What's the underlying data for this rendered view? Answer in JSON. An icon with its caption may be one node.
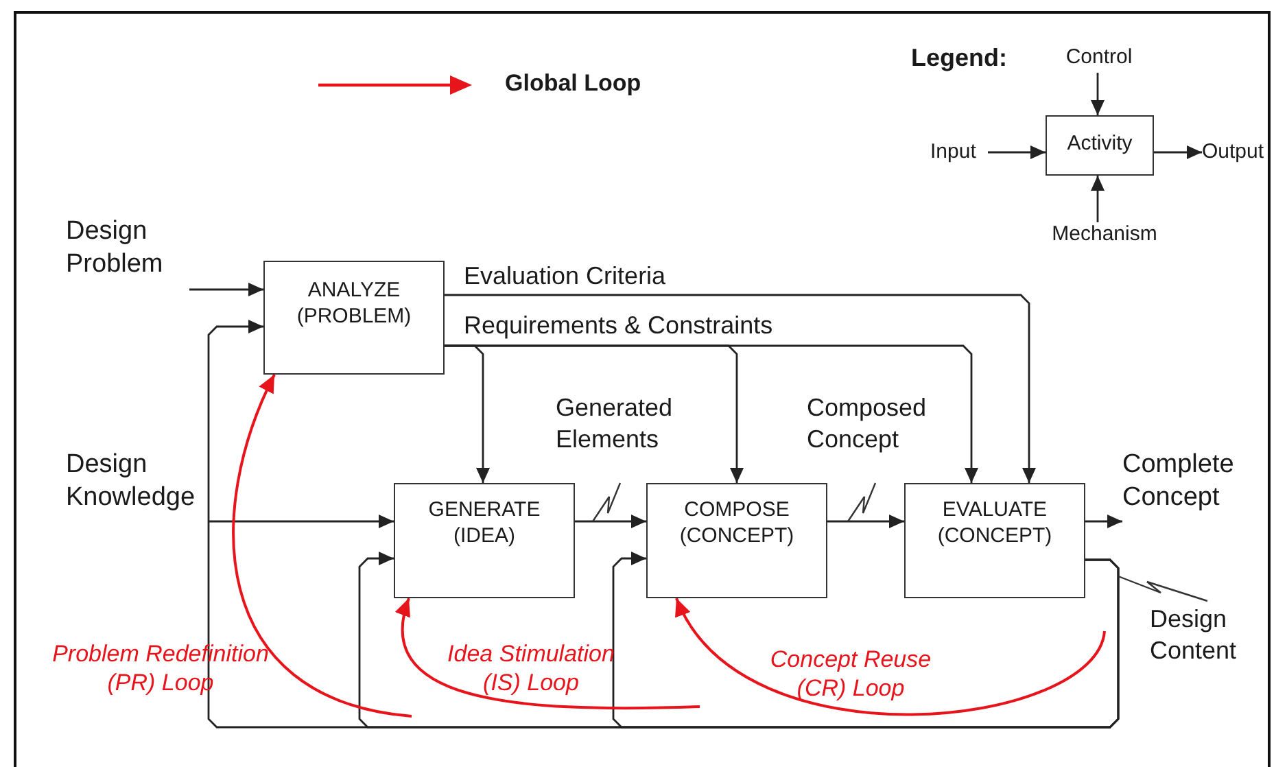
{
  "diagram": {
    "nodes": [
      {
        "text": [
          "ANALYZE (PROBLEM)"
        ]
      },
      {
        "text": [
          "GENERATE (IDEA)"
        ]
      },
      {
        "text": [
          "COMPOSE (CONCEPT)"
        ]
      },
      {
        "text": [
          "EVALUATE (CONCEPT)"
        ]
      },
      {
        "text": [
          "Design Problem"
        ]
      },
      {
        "text": [
          "Design Knowledge"
        ]
      },
      {
        "text": [
          "Complete Concept"
        ]
      },
      {
        "text": [
          "Activity"
        ]
      },
      {
        "text": [
          "Control"
        ]
      },
      {
        "text": [
          "Input"
        ]
      },
      {
        "text": [
          "Output"
        ]
      },
      {
        "text": [
          "Mechanism"
        ]
      }
    ],
    "edges": [
      {
        "from": 4,
        "to": 0,
        "arrow": "to"
      },
      {
        "from": 0,
        "to": 3,
        "arrow": "to",
        "label": "Evaluation Criteria"
      },
      {
        "from": 0,
        "to": 1,
        "arrow": "to",
        "label": "Requirements & Constraints"
      },
      {
        "from": 0,
        "to": 2,
        "arrow": "to"
      },
      {
        "from": 0,
        "to": 3,
        "arrow": "to"
      },
      {
        "from": 5,
        "to": 1,
        "arrow": "to"
      },
      {
        "from": 1,
        "to": 2,
        "arrow": "to",
        "label": "Generated Elements"
      },
      {
        "from": 2,
        "to": 3,
        "arrow": "to",
        "label": "Composed Concept"
      },
      {
        "from": 3,
        "to": 6,
        "arrow": "to"
      },
      {
        "from": 3,
        "to": 0,
        "arrow": "to"
      },
      {
        "from": 3,
        "to": 1,
        "arrow": "to"
      },
      {
        "from": 3,
        "to": 2,
        "arrow": "to"
      },
      {
        "from": null,
        "to": 0,
        "arrow": "to",
        "label": "Problem Redefinition (PR) Loop",
        "color": "#e8141c"
      },
      {
        "from": null,
        "to": 1,
        "arrow": "to",
        "label": "Idea Stimulation (IS) Loop",
        "color": "#e8141c"
      },
      {
        "from": null,
        "to": 2,
        "arrow": "to",
        "label": "Concept Reuse (CR) Loop",
        "color": "#e8141c"
      },
      {
        "from": 8,
        "to": 7,
        "arrow": "to"
      },
      {
        "from": 9,
        "to": 7,
        "arrow": "to"
      },
      {
        "from": 7,
        "to": 10,
        "arrow": "to"
      },
      {
        "from": 11,
        "to": 7,
        "arrow": "to"
      }
    ],
    "labels": [
      "Legend:",
      "Design Content"
    ],
    "legend": [
      {
        "text": "Global Loop"
      }
    ]
  }
}
